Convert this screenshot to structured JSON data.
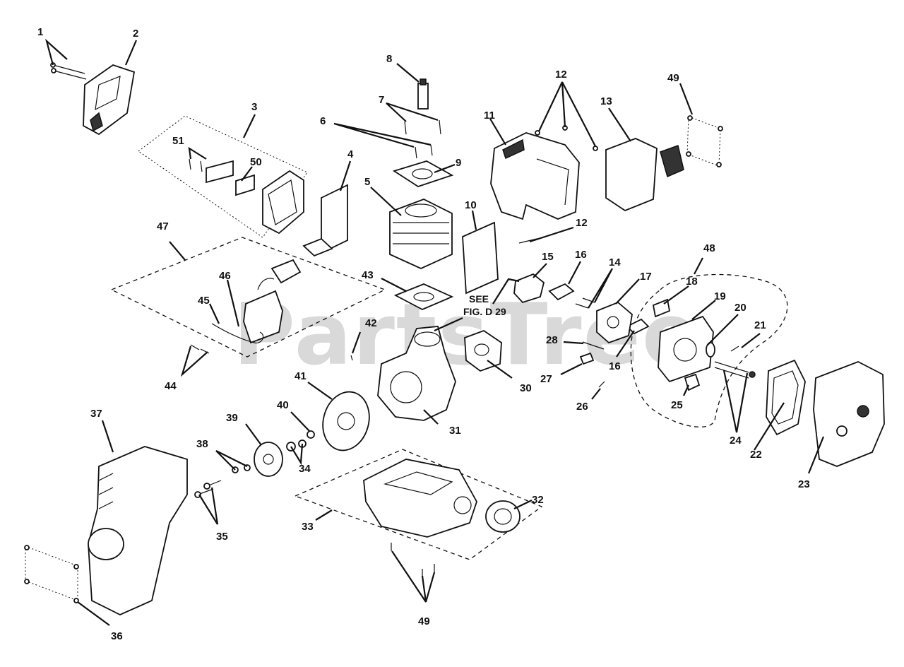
{
  "watermark": "PartsTree",
  "note": {
    "line1": "SEE",
    "line2": "FIG. D 29"
  },
  "labels": {
    "l1": "1",
    "l2": "2",
    "l3": "3",
    "l4": "4",
    "l5": "5",
    "l6": "6",
    "l7": "7",
    "l8": "8",
    "l9": "9",
    "l10": "10",
    "l11": "11",
    "l12a": "12",
    "l12b": "12",
    "l13": "13",
    "l14": "14",
    "l15": "15",
    "l16a": "16",
    "l16b": "16",
    "l17": "17",
    "l18": "18",
    "l19": "19",
    "l20": "20",
    "l21": "21",
    "l22": "22",
    "l23": "23",
    "l24": "24",
    "l25": "25",
    "l26": "26",
    "l27": "27",
    "l28": "28",
    "l30": "30",
    "l31": "31",
    "l32": "32",
    "l33": "33",
    "l34": "34",
    "l35": "35",
    "l36": "36",
    "l37": "37",
    "l38": "38",
    "l39": "39",
    "l40": "40",
    "l41": "41",
    "l42": "42",
    "l43": "43",
    "l44": "44",
    "l45": "45",
    "l46": "46",
    "l47": "47",
    "l48": "48",
    "l49a": "49",
    "l49b": "49",
    "l50": "50",
    "l51": "51"
  }
}
